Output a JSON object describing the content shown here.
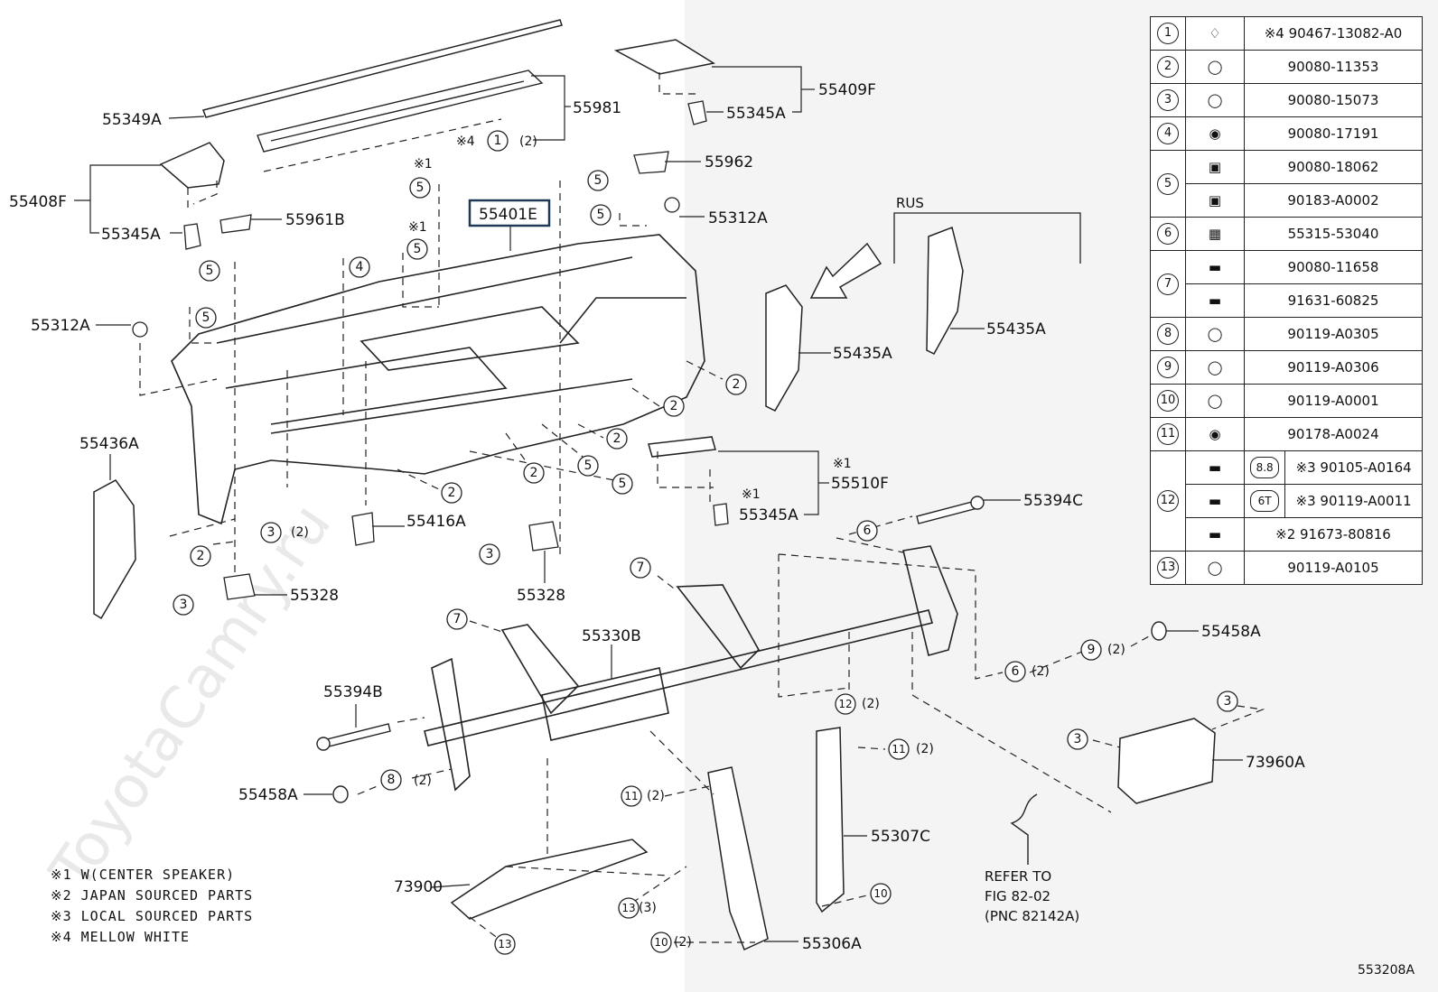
{
  "watermark": "ToyotaCamry.ru",
  "diagram_code": "553208A",
  "labels": {
    "p55349A": "55349A",
    "p55981": "55981",
    "p55409F": "55409F",
    "p55345A_top": "55345A",
    "p55962": "55962",
    "p55312A_right": "55312A",
    "p55408F": "55408F",
    "p55345A_left": "55345A",
    "p55961B": "55961B",
    "p55401E": "55401E",
    "rus": "RUS",
    "p55435A_a": "55435A",
    "p55435A_b": "55435A",
    "p55312A_left": "55312A",
    "p55436A": "55436A",
    "p55510F": "55510F",
    "p55345A_mid": "55345A",
    "p55394C": "55394C",
    "p55416A": "55416A",
    "p55328_left": "55328",
    "p55328_mid": "55328",
    "p55330B": "55330B",
    "p55458A_right": "55458A",
    "p55394B": "55394B",
    "p55458A_left": "55458A",
    "p73960A": "73960A",
    "p55307C": "55307C",
    "p73900": "73900",
    "p55306A": "55306A",
    "refer1": "REFER TO",
    "refer2": "FIG 82-02",
    "refer3": "(PNC 82142A)",
    "star4": "※4",
    "star1": "※1",
    "qty2": "(2)",
    "qty3": "(3)"
  },
  "legend": [
    "※1 W(CENTER SPEAKER)",
    "※2 JAPAN SOURCED PARTS",
    "※3 LOCAL SOURCED PARTS",
    "※4 MELLOW WHITE"
  ],
  "parts_table": [
    {
      "num": "1",
      "part": "※4 90467-13082-A0"
    },
    {
      "num": "2",
      "part": "90080-11353"
    },
    {
      "num": "3",
      "part": "90080-15073"
    },
    {
      "num": "4",
      "part": "90080-17191"
    },
    {
      "num": "5",
      "part": "90080-18062"
    },
    {
      "num": "",
      "part": "90183-A0002"
    },
    {
      "num": "6",
      "part": "55315-53040"
    },
    {
      "num": "7",
      "part": "90080-11658"
    },
    {
      "num": "",
      "part": "91631-60825"
    },
    {
      "num": "8",
      "part": "90119-A0305"
    },
    {
      "num": "9",
      "part": "90119-A0306"
    },
    {
      "num": "10",
      "part": "90119-A0001"
    },
    {
      "num": "11",
      "part": "90178-A0024"
    },
    {
      "num": "12",
      "mark": "8.8",
      "part": "※3 90105-A0164"
    },
    {
      "num": "",
      "mark": "6T",
      "part": "※3 90119-A0011"
    },
    {
      "num": "",
      "part": "※2 91673-80816"
    },
    {
      "num": "13",
      "part": "90119-A0105"
    }
  ]
}
